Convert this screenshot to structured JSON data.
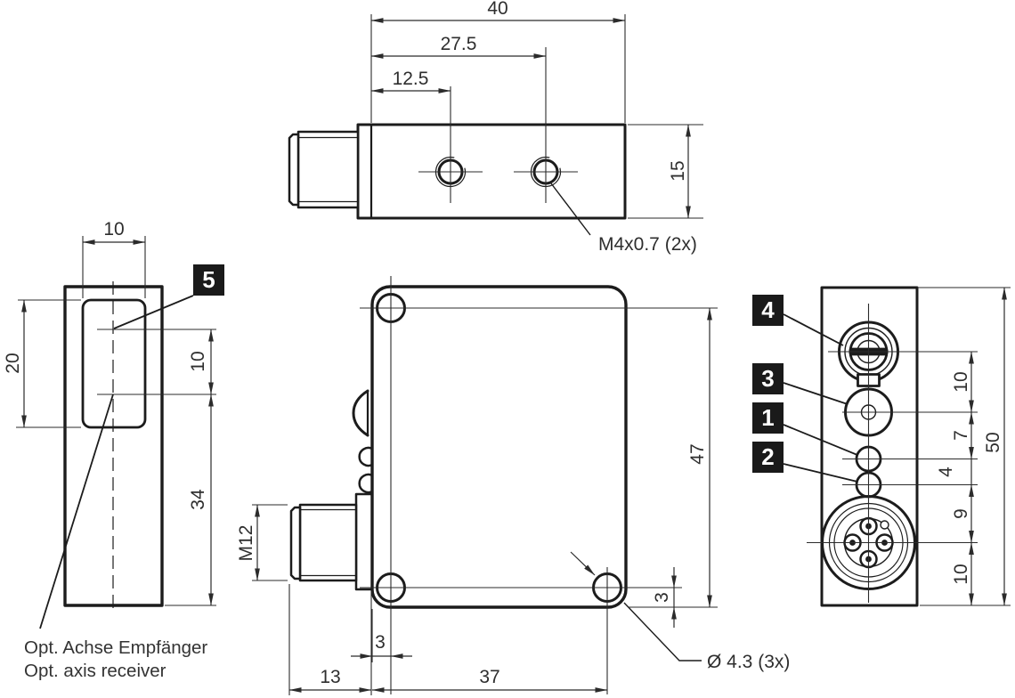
{
  "colors": {
    "line": "#1c1c1c",
    "dim_text": "#2e2e2e",
    "badge_bg": "#1a1a1a",
    "badge_text": "#ffffff"
  },
  "views": {
    "top": {
      "dim_overall_width": "40",
      "dim_hole2_offset": "27.5",
      "dim_hole1_offset": "12.5",
      "dim_height": "15",
      "thread_label": "M4x0.7 (2x)"
    },
    "side_left": {
      "dim_window_width": "10",
      "dim_window_height": "20",
      "dim_axis_spacing": "10",
      "dim_axis_to_bottom": "34",
      "callout_5": "5",
      "caption_line1": "Opt. Achse Empfänger",
      "caption_line2": "Opt. axis receiver"
    },
    "front": {
      "dim_connector_thread": "M12",
      "dim_height_to_hole": "47",
      "dim_hole_offset_left": "3",
      "dim_hole_offset_right": "3",
      "dim_connector_length": "13",
      "dim_hole_span": "37",
      "hole_diameter_label": "Ø 4.3 (3x)"
    },
    "side_right": {
      "callout_4": "4",
      "callout_3": "3",
      "callout_1": "1",
      "callout_2": "2",
      "dim_pot_to_led3": "10",
      "dim_led3_to_led1": "7",
      "dim_led1_to_led2": "4",
      "dim_led2_to_connector": "9",
      "dim_connector_to_bottom": "10",
      "dim_overall_height": "50"
    }
  }
}
